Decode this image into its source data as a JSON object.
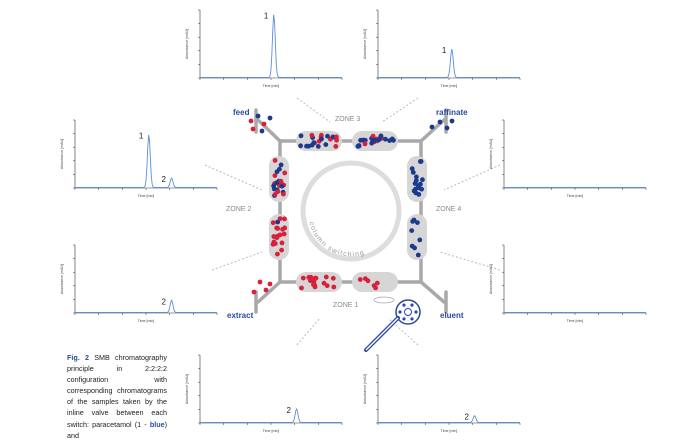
{
  "labels": {
    "feed": "feed",
    "raffinate": "raffinate",
    "extract": "extract",
    "eluent": "eluent",
    "zone1": "ZONE 1",
    "zone2": "ZONE 2",
    "zone3": "ZONE 3",
    "zone4": "ZONE 4",
    "column_switching": "column switching"
  },
  "caption": {
    "fig": "Fig. 2",
    "body": "SMB chromatography principle in 2:2:2:2 configuration with corresponding chromatograms of the samples taken by the inline valve between each switch: paracetamol (1 - ",
    "highlight": "blue",
    "tail": ") and"
  },
  "colors": {
    "accent": "#2a4a9c",
    "trace": "#5b8ed6",
    "red": "#d7213a",
    "blue": "#1b3a8c",
    "pipe": "#a9a9a9",
    "zone_bg": "#d6d6d6"
  },
  "chromatograms": [
    {
      "id": "top-left",
      "x_label": "Time [min]",
      "y_label": "Absorbance [mAU]",
      "peaks": [
        {
          "label": "1",
          "height": 0.93
        }
      ]
    },
    {
      "id": "top-right",
      "x_label": "Time [min]",
      "y_label": "Absorbance [mAU]",
      "peaks": [
        {
          "label": "1",
          "height": 0.42
        }
      ]
    },
    {
      "id": "mid-left",
      "x_label": "Time [min]",
      "y_label": "Absorbance [mAU]",
      "peaks": [
        {
          "label": "1",
          "height": 0.78
        },
        {
          "label": "2",
          "height": 0.14
        }
      ]
    },
    {
      "id": "mid-right",
      "x_label": "Time [min]",
      "y_label": "Absorbance [mAU]",
      "peaks": []
    },
    {
      "id": "low-left",
      "x_label": "Time [min]",
      "y_label": "Absorbance [mAU]",
      "peaks": [
        {
          "label": "2",
          "height": 0.18
        }
      ]
    },
    {
      "id": "low-right",
      "x_label": "Time [min]",
      "y_label": "Absorbance [mAU]",
      "peaks": []
    },
    {
      "id": "bottom-left",
      "x_label": "Time [min]",
      "y_label": "Absorbance [mAU]",
      "peaks": [
        {
          "label": "2",
          "height": 0.2
        }
      ]
    },
    {
      "id": "bottom-right",
      "x_label": "Time [min]",
      "y_label": "Absorbance [mAU]",
      "peaks": [
        {
          "label": "2",
          "height": 0.1
        }
      ]
    }
  ]
}
